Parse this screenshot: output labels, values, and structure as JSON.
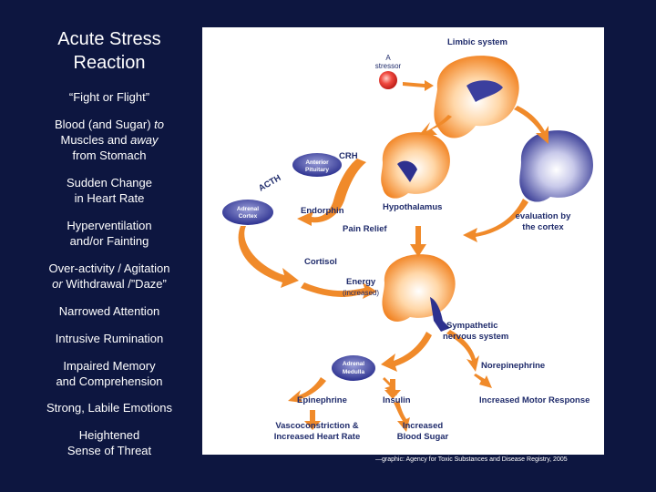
{
  "left": {
    "title_line1": "Acute Stress",
    "title_line2": "Reaction",
    "items": [
      "“Fight or Flight”",
      "Blood (and Sugar) to\nMuscles and away\nfrom Stomach",
      "Sudden Change\nin Heart Rate",
      "Hyperventilation\nand/or Fainting",
      "Over-activity / Agitation\nor Withdrawal /”Daze”",
      "Narrowed Attention",
      "Intrusive Rumination",
      "Impaired Memory\nand Comprehension",
      "Strong, Labile Emotions",
      "Heightened\nSense of Threat"
    ]
  },
  "diagram": {
    "limbic_system": "Limbic system",
    "stressor_1": "A",
    "stressor_2": "stressor",
    "crh": "CRH",
    "acth": "ACTH",
    "anterior_pituitary_1": "Anterior",
    "anterior_pituitary_2": "Pituitary",
    "adrenal_cortex_1": "Adrenal",
    "adrenal_cortex_2": "Cortex",
    "endorphin": "Endorphin",
    "hypothalamus": "Hypothalamus",
    "pain_relief": "Pain Relief",
    "evaluation_1": "evaluation by",
    "evaluation_2": "the cortex",
    "cortisol": "Cortisol",
    "energy": "Energy",
    "energy_note": "(increased)",
    "sympathetic_1": "Sympathetic",
    "sympathetic_2": "nervous system",
    "adrenal_medulla_1": "Adrenal",
    "adrenal_medulla_2": "Medulla",
    "norepinephrine": "Norepinephrine",
    "epinephrine": "Epinephrine",
    "insulin": "Insulin",
    "motor_response": "Increased Motor Response",
    "vaso_1": "Vascoconstriction &",
    "vaso_2": "Increased Heart Rate",
    "blood_sugar_1": "Increased",
    "blood_sugar_2": "Blood Sugar"
  },
  "credit": "—graphic: Agency for Toxic Substances and Disease Registry, 2005",
  "colors": {
    "background": "#0d1640",
    "arrow": "#f08a2a",
    "brain_blue": "#3b3f9e",
    "stressor": "#e8383a"
  }
}
